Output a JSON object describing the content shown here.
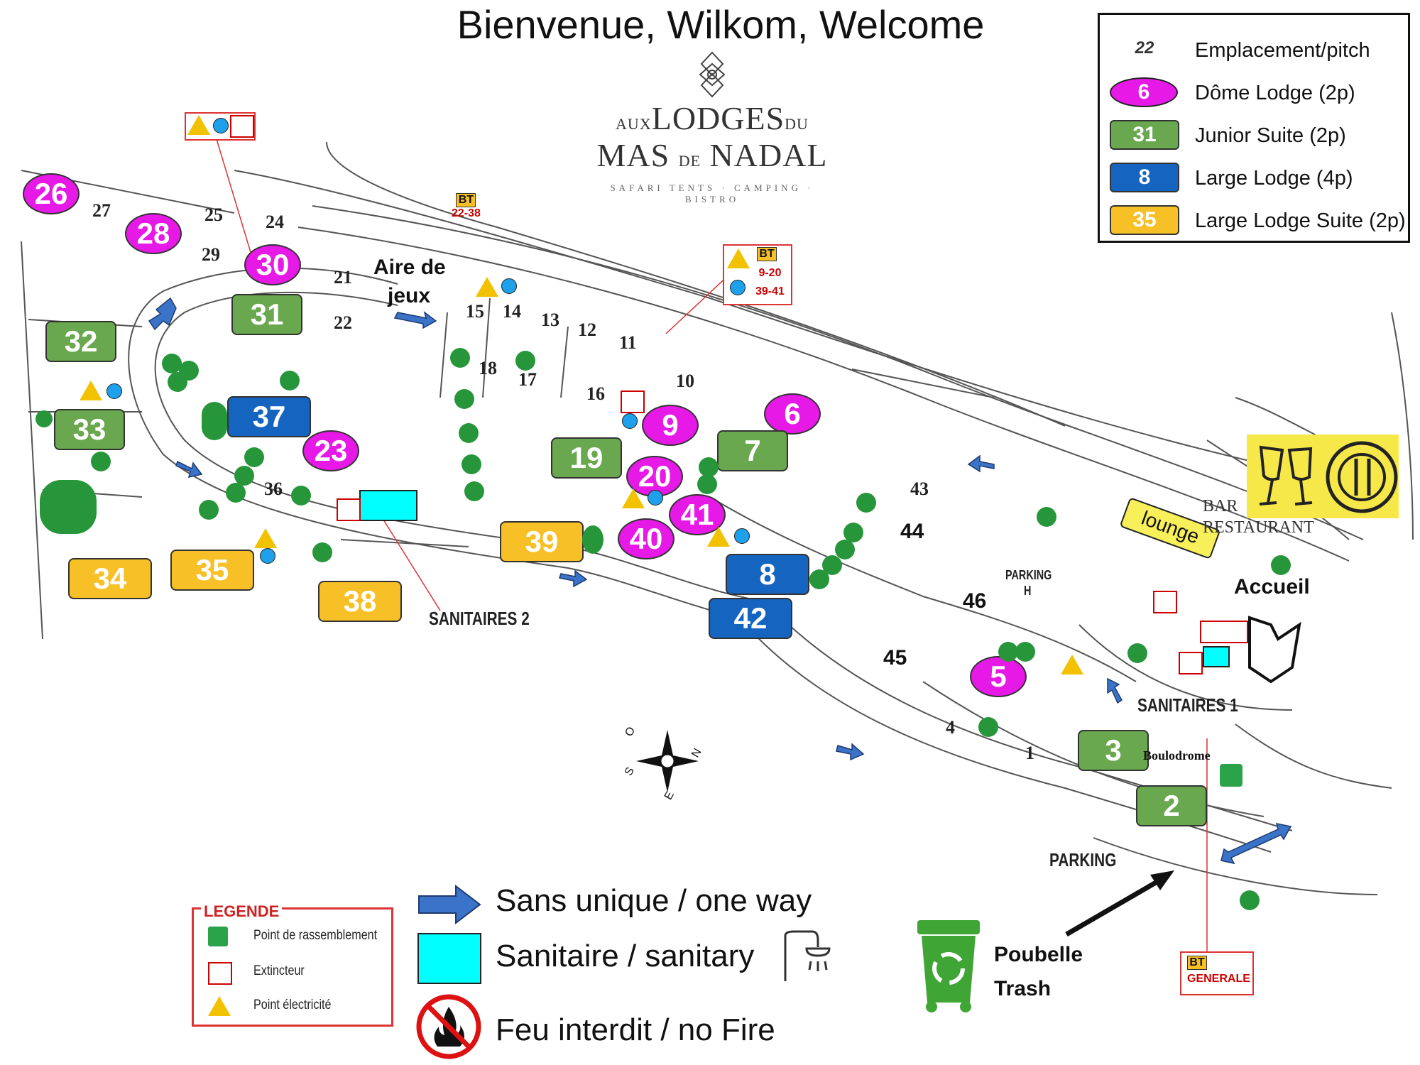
{
  "title": "Bienvenue, Wilkom, Welcome",
  "logo": {
    "line1_small": "AUX",
    "line1": "LODGES",
    "line1_suffix": "DU",
    "line2": "MAS",
    "line2_small": "DE",
    "line2_end": "NADAL",
    "tagline": "SAFARI TENTS · CAMPING · BISTRO"
  },
  "legend_top": {
    "items": [
      {
        "swatch": "22",
        "label": "Emplacement/pitch",
        "kind": "pitch"
      },
      {
        "swatch": "6",
        "label": "Dôme Lodge (2p)",
        "kind": "dome",
        "color": "#e619e6"
      },
      {
        "swatch": "31",
        "label": "Junior Suite (2p)",
        "kind": "rect",
        "color": "#6aa84f"
      },
      {
        "swatch": "8",
        "label": "Large Lodge (4p)",
        "kind": "rect",
        "color": "#1565c0"
      },
      {
        "swatch": "35",
        "label": "Large Lodge Suite (2p)",
        "kind": "rect",
        "color": "#f6c026"
      }
    ]
  },
  "colors": {
    "dome": "#e619e6",
    "junior": "#6aa84f",
    "large": "#1565c0",
    "suite": "#f6c026",
    "sanitary": "#00ffff",
    "tree": "#27963b",
    "arrow": "#3b73c8"
  },
  "markers": {
    "domes": [
      "26",
      "28",
      "30",
      "23",
      "9",
      "20",
      "41",
      "40",
      "6",
      "5"
    ],
    "junior": [
      "31",
      "32",
      "33",
      "19",
      "7",
      "3",
      "2"
    ],
    "large": [
      "37",
      "8",
      "42"
    ],
    "suites": [
      "34",
      "35",
      "38",
      "39"
    ]
  },
  "pitches": [
    "27",
    "25",
    "24",
    "29",
    "21",
    "22",
    "15",
    "14",
    "13",
    "12",
    "11",
    "18",
    "17",
    "16",
    "10",
    "36",
    "43",
    "4",
    "1"
  ],
  "labels": {
    "aire_de_jeux_1": "Aire de",
    "aire_de_jeux_2": "jeux",
    "sanitaires2": "SANITAIRES 2",
    "sanitaires1": "SANITAIRES 1",
    "parking_h": "PARKING",
    "parking_h2": "H",
    "parking": "PARKING",
    "lounge": "lounge",
    "bar": "BAR",
    "restaurant": "RESTAURANT",
    "accueil": "Accueil",
    "boulodrome": "Boulodrome",
    "pitch44": "44",
    "pitch45": "45",
    "pitch46": "46",
    "poubelle": "Poubelle",
    "trash": "Trash",
    "generale": "GENERALE",
    "bt": "BT",
    "bt_2238": "22-38",
    "bt_920": "9-20",
    "bt_3941": "39-41",
    "compass_n": "N",
    "compass_s": "S",
    "compass_e": "E",
    "compass_o": "O"
  },
  "legend_bottom": {
    "header": "LEGENDE",
    "items": [
      {
        "label": "Point de rassemblement",
        "icon": "assembly-point-icon"
      },
      {
        "label": "Extincteur",
        "icon": "fire-extinguisher-icon"
      },
      {
        "label": "Point électricité",
        "icon": "electricity-warning-icon"
      }
    ]
  },
  "key_bottom": {
    "one_way": "Sans unique / one way",
    "sanitary": "Sanitaire / sanitary",
    "no_fire": "Feu interdit / no Fire"
  }
}
